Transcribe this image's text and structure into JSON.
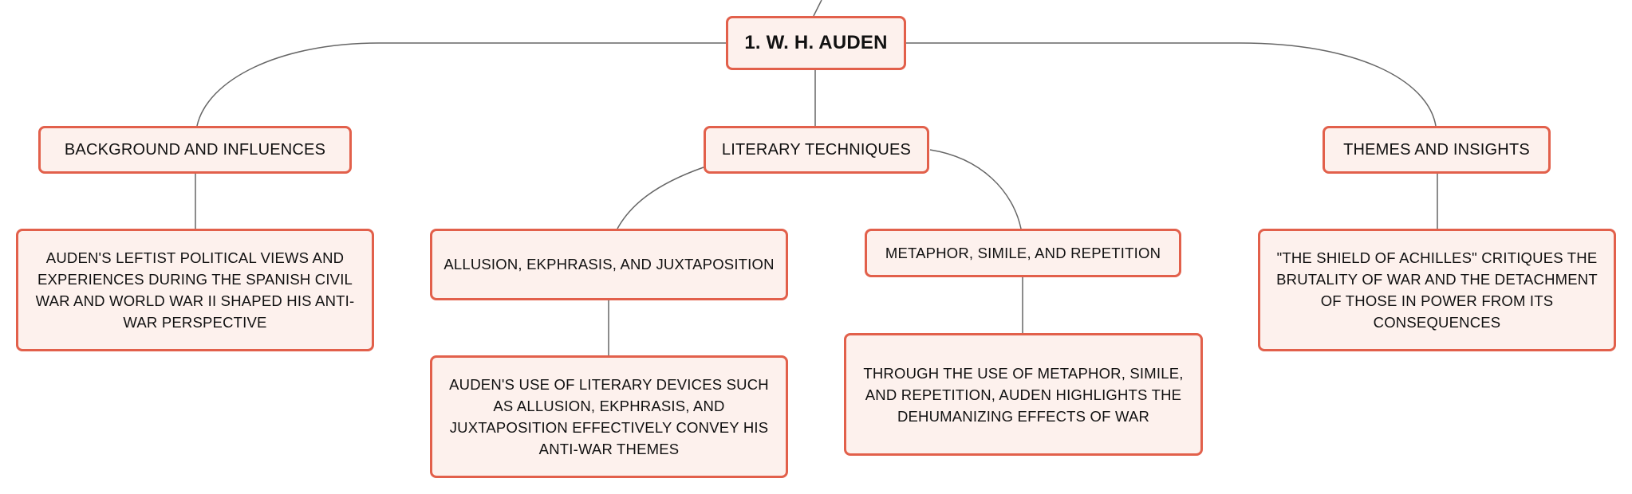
{
  "diagram": {
    "root": {
      "label": "1. W. H. AUDEN"
    },
    "branches": {
      "background": {
        "label": "BACKGROUND AND INFLUENCES",
        "detail": "AUDEN'S LEFTIST POLITICAL VIEWS AND EXPERIENCES DURING THE SPANISH CIVIL WAR AND WORLD WAR II SHAPED HIS ANTI-WAR PERSPECTIVE"
      },
      "techniques": {
        "label": "LITERARY TECHNIQUES",
        "children": {
          "allusion": {
            "label": "ALLUSION, EKPHRASIS, AND JUXTAPOSITION",
            "detail": "AUDEN'S USE OF LITERARY DEVICES SUCH AS ALLUSION, EKPHRASIS, AND JUXTAPOSITION EFFECTIVELY CONVEY HIS ANTI-WAR THEMES"
          },
          "metaphor": {
            "label": "METAPHOR, SIMILE, AND REPETITION",
            "detail": "THROUGH THE USE OF METAPHOR, SIMILE, AND REPETITION, AUDEN HIGHLIGHTS THE DEHUMANIZING EFFECTS OF WAR"
          }
        }
      },
      "themes": {
        "label": "THEMES AND INSIGHTS",
        "detail": "\"THE SHIELD OF ACHILLES\" CRITIQUES THE BRUTALITY OF WAR AND THE DETACHMENT OF THOSE IN POWER FROM ITS CONSEQUENCES"
      }
    },
    "colors": {
      "node_fill": "#fdf1ed",
      "node_border": "#e2604b",
      "connector": "#666666",
      "text": "#111111"
    }
  }
}
